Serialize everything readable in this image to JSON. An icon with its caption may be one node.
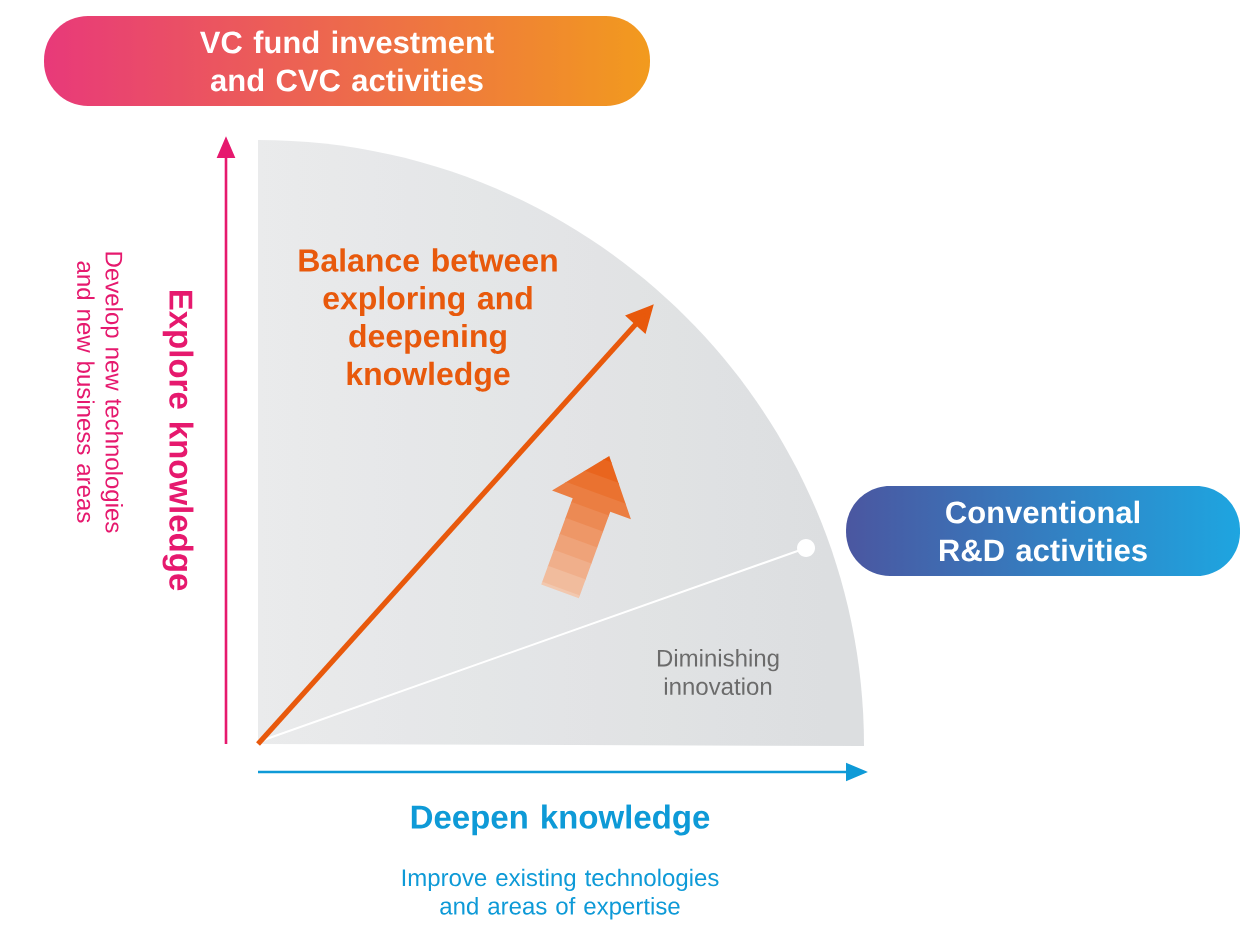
{
  "diagram": {
    "nodes": [
      {
        "text": [
          "VC fund investment and CVC activities"
        ]
      },
      {
        "text": [
          "Conventional R&D activities"
        ]
      }
    ],
    "labels": [
      "Balance between exploring and deepening knowledge",
      "Explore knowledge",
      "Develop new technologies and new business areas",
      "Diminishing innovation",
      "Deepen knowledge",
      "Improve existing technologies and areas of expertise"
    ]
  }
}
